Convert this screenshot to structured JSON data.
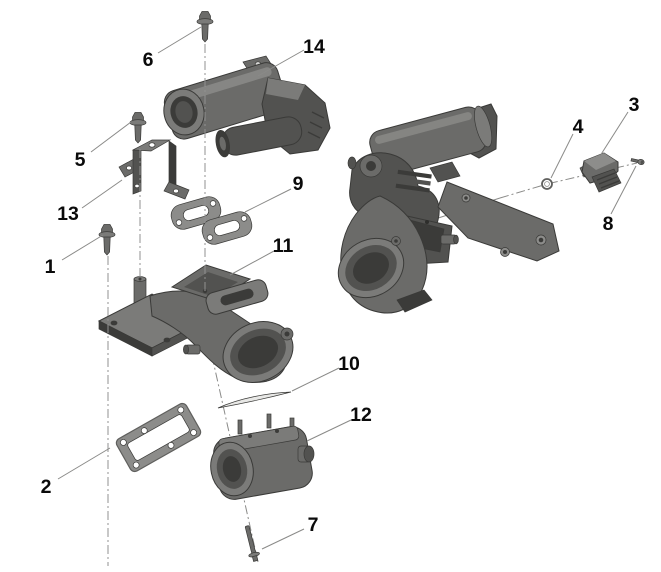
{
  "diagram": {
    "callouts": [
      {
        "number": "1",
        "part": "flange-bolt"
      },
      {
        "number": "2",
        "part": "rectangular-gasket"
      },
      {
        "number": "3",
        "part": "sensor"
      },
      {
        "number": "4",
        "part": "o-ring"
      },
      {
        "number": "5",
        "part": "flange-bolt"
      },
      {
        "number": "6",
        "part": "flange-bolt"
      },
      {
        "number": "7",
        "part": "long-bolt"
      },
      {
        "number": "8",
        "part": "screw"
      },
      {
        "number": "9",
        "part": "port-gasket-pair"
      },
      {
        "number": "10",
        "part": "edge-seal"
      },
      {
        "number": "11",
        "part": "intake-elbow"
      },
      {
        "number": "12",
        "part": "throttle-body"
      },
      {
        "number": "13",
        "part": "mounting-bracket"
      },
      {
        "number": "14",
        "part": "throttle-valve-assembly"
      }
    ],
    "colors": {
      "background": "#ffffff",
      "part_base": "#6b6b69",
      "part_mid": "#7b7b79",
      "part_light": "#8d8d8b",
      "part_dark": "#525250",
      "part_deep": "#3b3b39",
      "outline": "#3a3a38",
      "gasket": "#8c8c8a",
      "gasket_inner": "#ffffff",
      "leader_line": "#8a8a88",
      "label_text": "#0a0a0a"
    }
  }
}
